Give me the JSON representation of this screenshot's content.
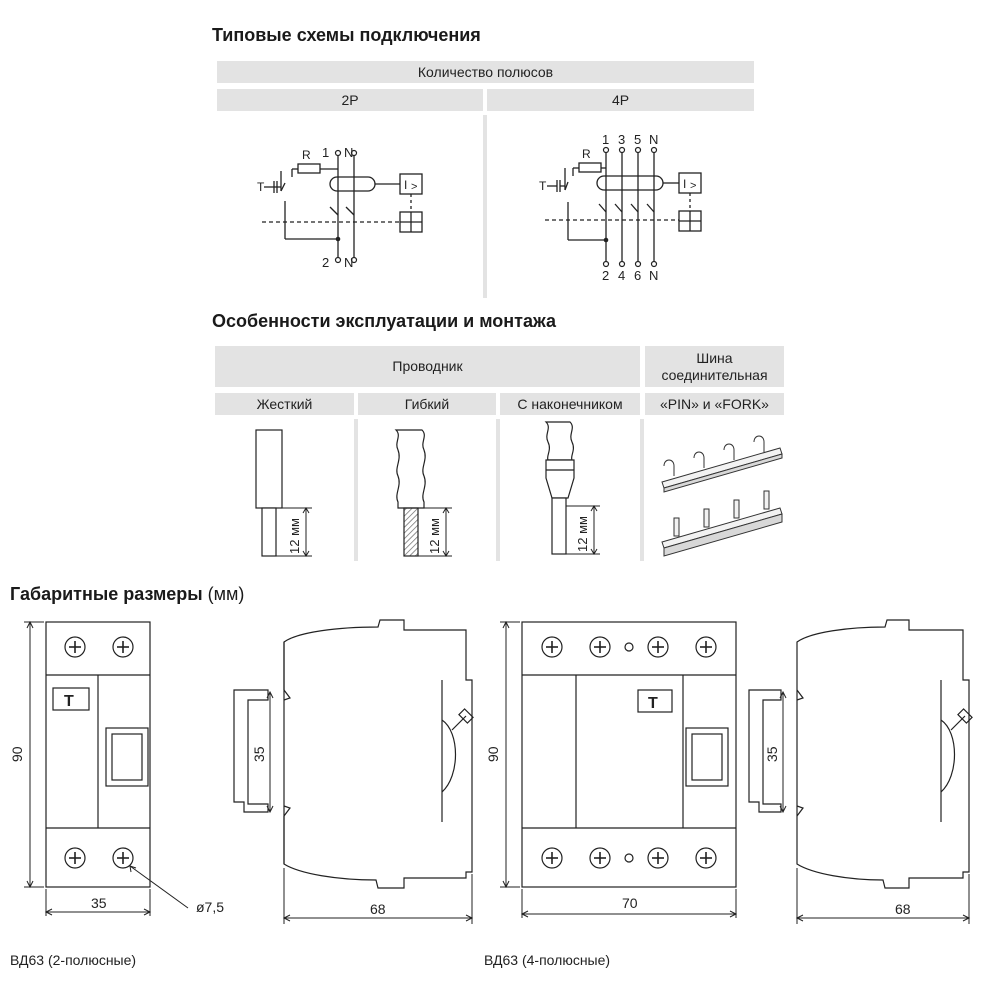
{
  "schemes": {
    "title": "Типовые схемы подключения",
    "header": "Количество полюсов",
    "col_2p": "2P",
    "col_4p": "4P",
    "d2p": {
      "R": "R",
      "T": "T",
      "top": "1",
      "topN": "N",
      "bottom": "2",
      "bottomN": "N"
    },
    "d4p": {
      "R": "R",
      "T": "T",
      "t1": "1",
      "t3": "3",
      "t5": "5",
      "tN": "N",
      "b2": "2",
      "b4": "4",
      "b6": "6",
      "bN": "N"
    }
  },
  "operation": {
    "title": "Особенности эксплуатации и монтажа",
    "conductor_header": "Проводник",
    "busbar_header": "Шина соединительная",
    "rigid": "Жесткий",
    "flexible": "Гибкий",
    "lug": "С наконечником",
    "busbar_type": "«PIN» и «FORK»",
    "strip": "12 мм"
  },
  "dimensions": {
    "title_bold": "Габаритные размеры",
    "title_unit": "(мм)",
    "h90": "90",
    "w35": "35",
    "w68": "68",
    "w70": "70",
    "rail": "35",
    "hole": "ø7,5",
    "caption_2p": "ВД63 (2-полюсные)",
    "caption_4p": "ВД63 (4-полюсные)",
    "test_symbol": "T"
  }
}
